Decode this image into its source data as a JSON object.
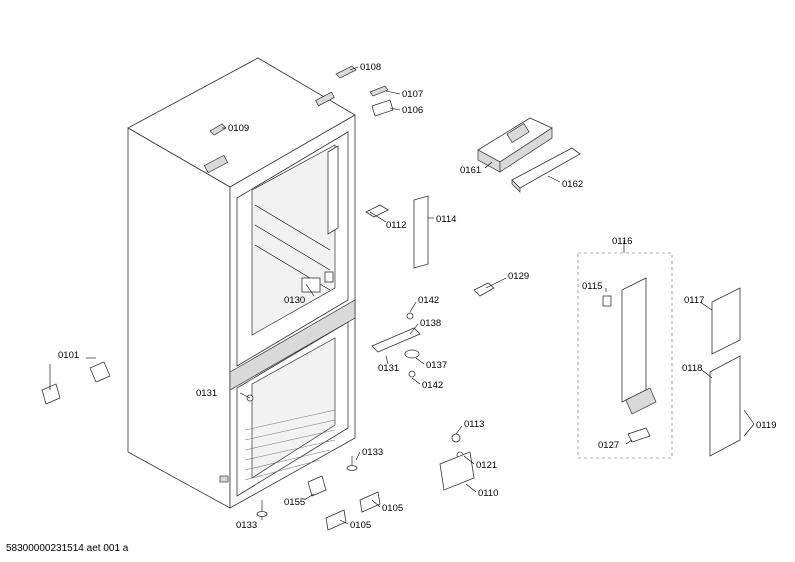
{
  "labels": {
    "p0108": "0108",
    "p0107": "0107",
    "p0106": "0106",
    "p0109": "0109",
    "p0161": "0161",
    "p0162": "0162",
    "p0112": "0112",
    "p0114": "0114",
    "p0116": "0116",
    "p0129": "0129",
    "p0115": "0115",
    "p0117": "0117",
    "p0130": "0130",
    "p0142a": "0142",
    "p0138": "0138",
    "p0101": "0101",
    "p0131a": "0131",
    "p0137": "0137",
    "p0142b": "0142",
    "p0118": "0118",
    "p0131b": "0131",
    "p0119": "0119",
    "p0113": "0113",
    "p0127": "0127",
    "p0133a": "0133",
    "p0121": "0121",
    "p0110": "0110",
    "p0155": "0155",
    "p0105a": "0105",
    "p0133b": "0133",
    "p0105b": "0105"
  },
  "footer": "58300000231514 aet 001 a"
}
